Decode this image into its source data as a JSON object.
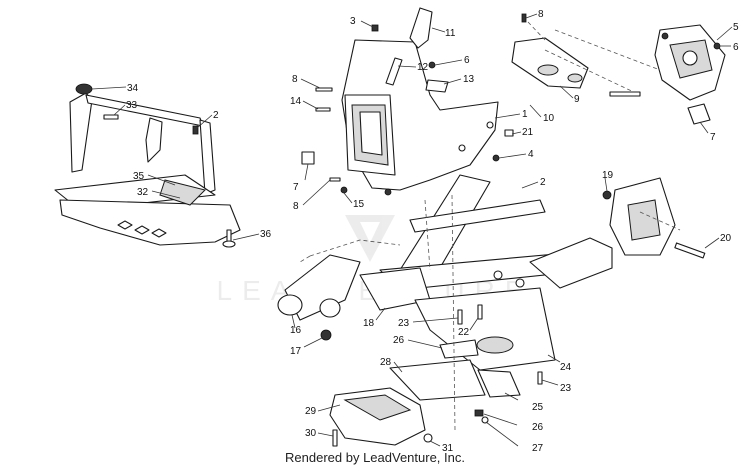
{
  "credit": "Rendered by LeadVenture, Inc.",
  "watermark": "LEADVENTURE",
  "callouts": [
    {
      "id": "c3",
      "label": "3"
    },
    {
      "id": "c11",
      "label": "11"
    },
    {
      "id": "c8a",
      "label": "8"
    },
    {
      "id": "c5",
      "label": "5"
    },
    {
      "id": "c6a",
      "label": "6"
    },
    {
      "id": "c6b",
      "label": "6"
    },
    {
      "id": "c34",
      "label": "34"
    },
    {
      "id": "c8b",
      "label": "8"
    },
    {
      "id": "c12",
      "label": "12"
    },
    {
      "id": "c13",
      "label": "13"
    },
    {
      "id": "c9",
      "label": "9"
    },
    {
      "id": "c33",
      "label": "33"
    },
    {
      "id": "c2a",
      "label": "2"
    },
    {
      "id": "c14",
      "label": "14"
    },
    {
      "id": "c1",
      "label": "1"
    },
    {
      "id": "c10",
      "label": "10"
    },
    {
      "id": "c7a",
      "label": "7"
    },
    {
      "id": "c21",
      "label": "21"
    },
    {
      "id": "c4",
      "label": "4"
    },
    {
      "id": "c35",
      "label": "35"
    },
    {
      "id": "c32",
      "label": "32"
    },
    {
      "id": "c7b",
      "label": "7"
    },
    {
      "id": "c19",
      "label": "19"
    },
    {
      "id": "c2b",
      "label": "2"
    },
    {
      "id": "c8c",
      "label": "8"
    },
    {
      "id": "c15",
      "label": "15"
    },
    {
      "id": "c36",
      "label": "36"
    },
    {
      "id": "c20",
      "label": "20"
    },
    {
      "id": "c16",
      "label": "16"
    },
    {
      "id": "c18",
      "label": "18"
    },
    {
      "id": "c23a",
      "label": "23"
    },
    {
      "id": "c22",
      "label": "22"
    },
    {
      "id": "c17",
      "label": "17"
    },
    {
      "id": "c26a",
      "label": "26"
    },
    {
      "id": "c24",
      "label": "24"
    },
    {
      "id": "c28",
      "label": "28"
    },
    {
      "id": "c23b",
      "label": "23"
    },
    {
      "id": "c25",
      "label": "25"
    },
    {
      "id": "c29",
      "label": "29"
    },
    {
      "id": "c26b",
      "label": "26"
    },
    {
      "id": "c30",
      "label": "30"
    },
    {
      "id": "c31",
      "label": "31"
    },
    {
      "id": "c27",
      "label": "27"
    }
  ]
}
